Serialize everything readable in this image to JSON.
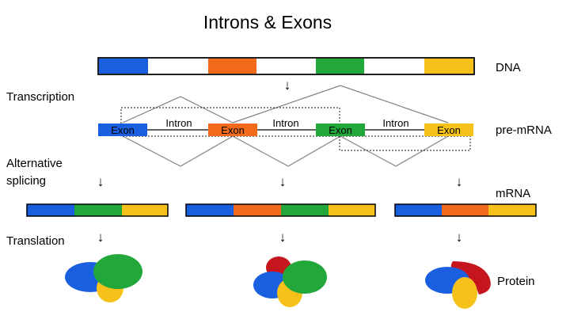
{
  "title": "Introns & Exons",
  "labels": {
    "dna": "DNA",
    "pre_mrna": "pre-mRNA",
    "mrna": "mRNA",
    "protein": "Protein",
    "transcription": "Transcription",
    "alternative": "Alternative",
    "splicing": "splicing",
    "translation": "Translation"
  },
  "pre_mrna": {
    "exon_label": "Exon",
    "intron_label": "Intron"
  },
  "arrow_glyph": "↓",
  "colors": {
    "blue": "#1a5fe0",
    "orange": "#f26a1b",
    "green": "#22a73a",
    "yellow": "#f6c21a",
    "red": "#c4161c",
    "outline": "#000000",
    "splice_line": "#808080"
  }
}
